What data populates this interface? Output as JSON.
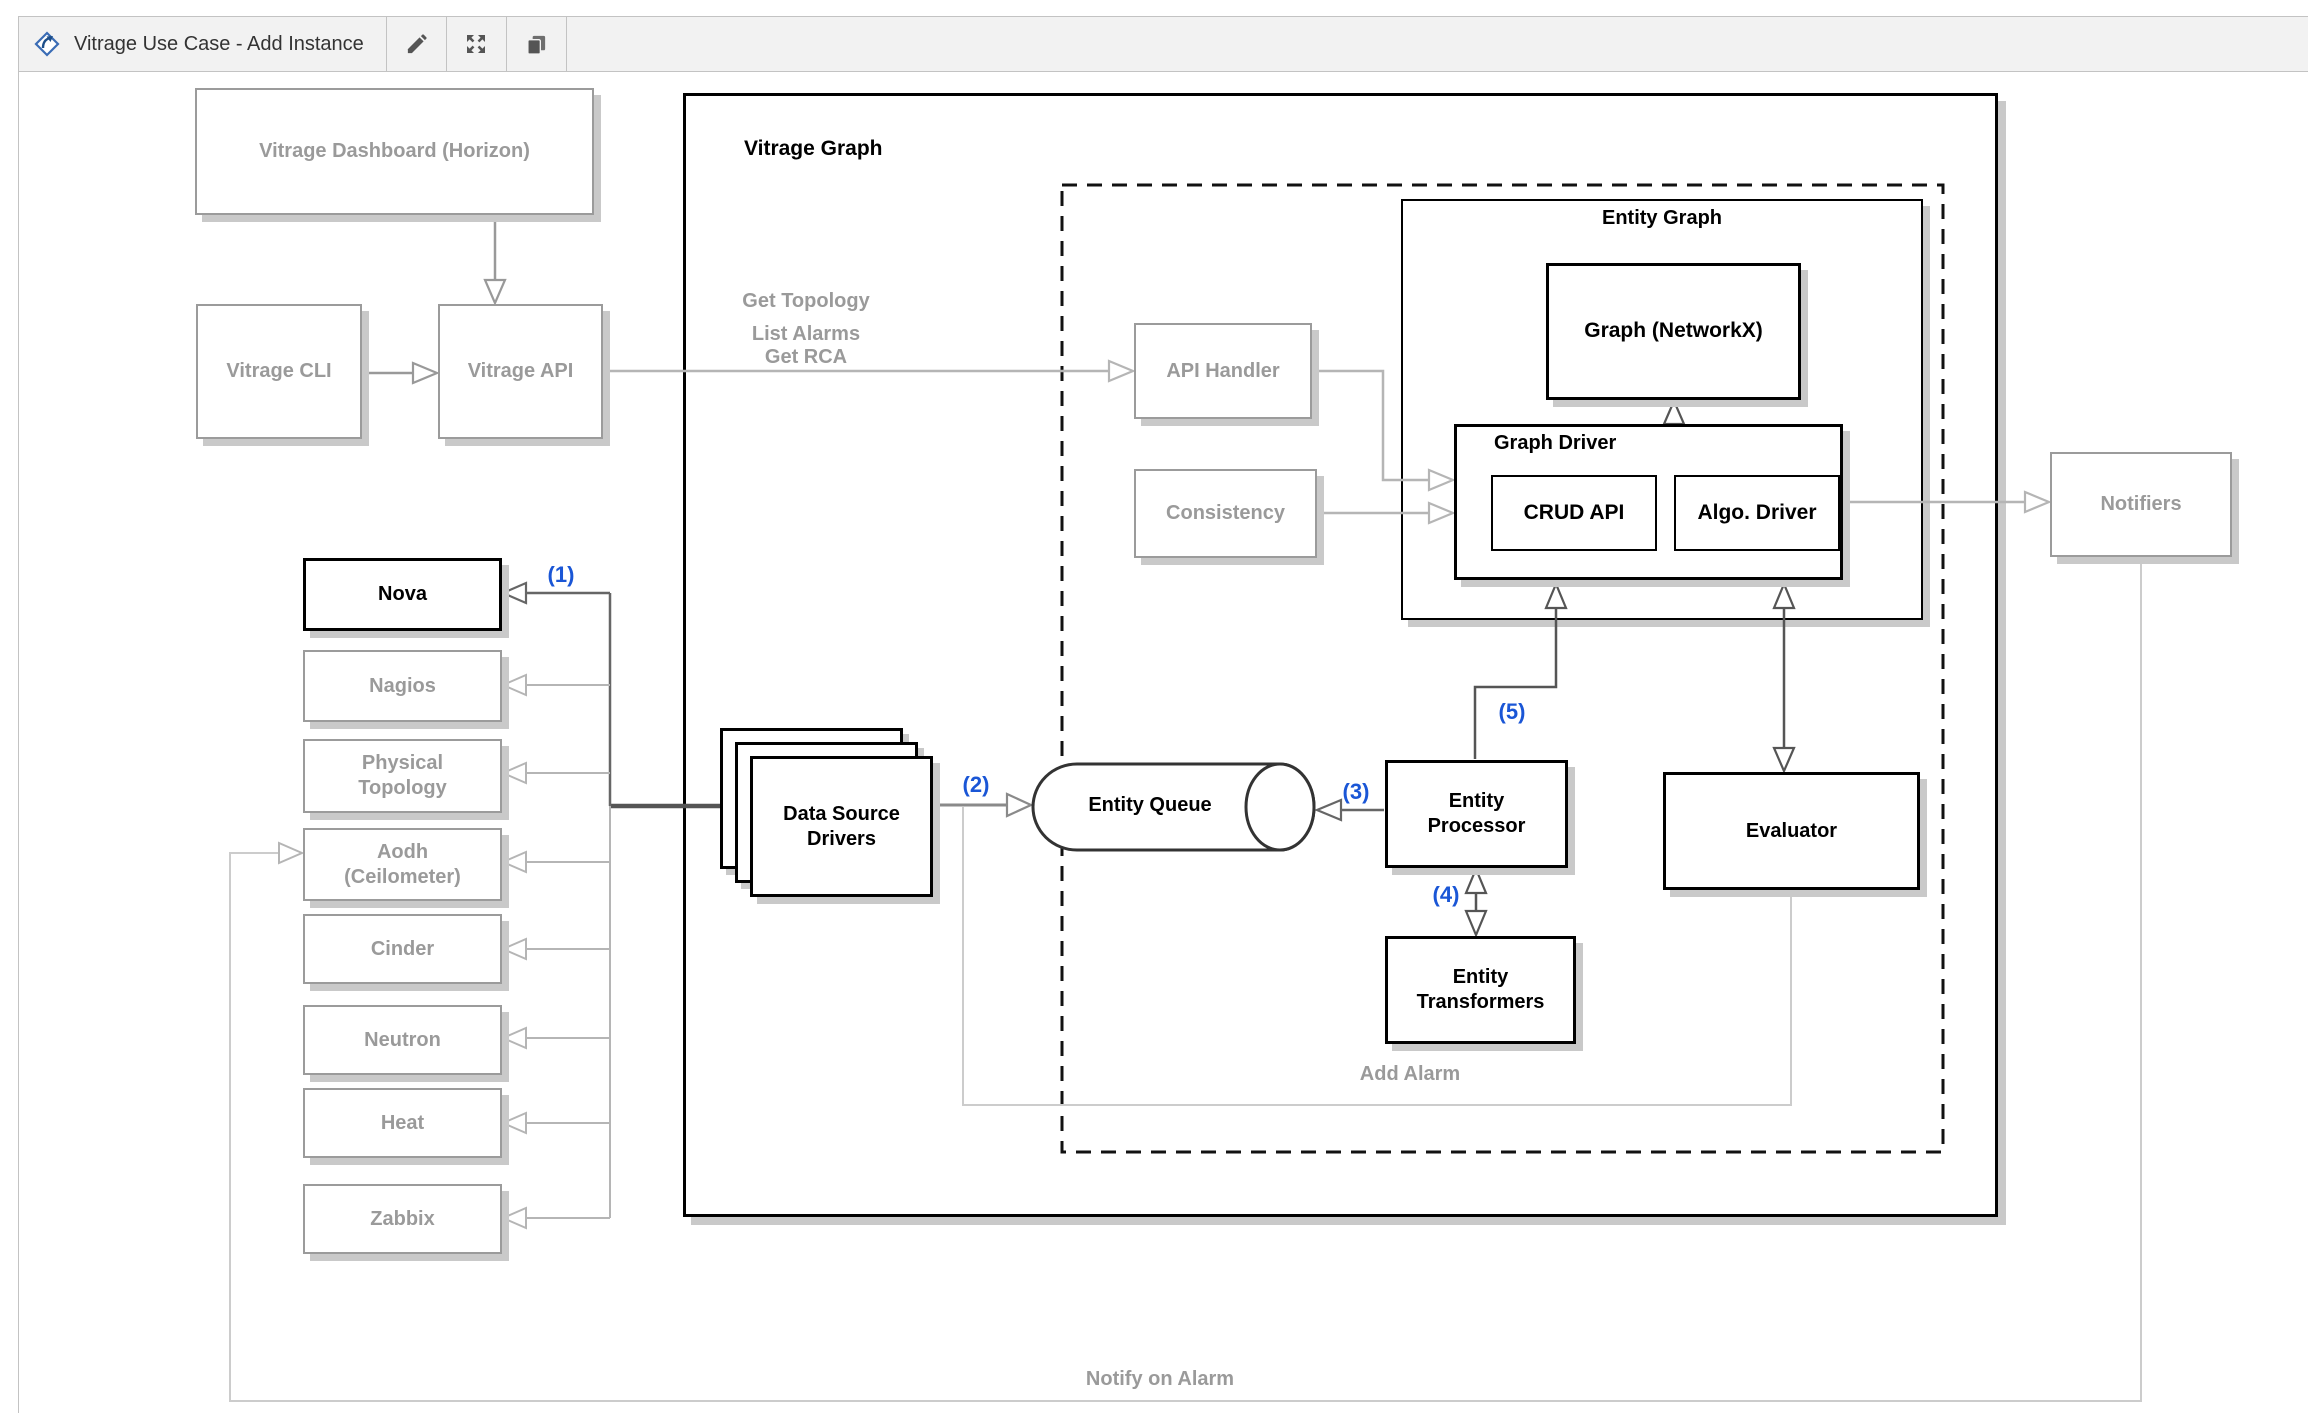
{
  "toolbar": {
    "title": "Vitrage Use Case - Add Instance",
    "buttons": {
      "edit": "edit",
      "fullscreen": "fullscreen",
      "copy": "copy"
    }
  },
  "containers": {
    "vitrage_graph": "Vitrage Graph",
    "entity_graph": "Entity Graph",
    "graph_driver": "Graph Driver"
  },
  "nodes": {
    "dashboard": "Vitrage Dashboard (Horizon)",
    "cli": "Vitrage CLI",
    "api": "Vitrage API",
    "api_handler": "API Handler",
    "consistency": "Consistency",
    "graph_networkx": "Graph (NetworkX)",
    "crud_api": "CRUD API",
    "algo_driver": "Algo. Driver",
    "notifiers": "Notifiers",
    "nova": "Nova",
    "nagios": "Nagios",
    "physical_topology": "Physical Topology",
    "aodh": "Aodh (Ceilometer)",
    "cinder": "Cinder",
    "neutron": "Neutron",
    "heat": "Heat",
    "zabbix": "Zabbix",
    "data_source_drivers": "Data Source Drivers",
    "entity_queue": "Entity Queue",
    "entity_processor": "Entity Processor",
    "entity_transformers": "Entity Transformers",
    "evaluator": "Evaluator"
  },
  "edge_labels": {
    "get_topology": "Get Topology",
    "list_alarms": "List Alarms",
    "get_rca": "Get RCA",
    "add_alarm": "Add Alarm",
    "notify_on_alarm": "Notify on Alarm"
  },
  "steps": {
    "s1": "(1)",
    "s2": "(2)",
    "s3": "(3)",
    "s4": "(4)",
    "s5": "(5)"
  },
  "colors": {
    "step_label": "#1a56d6",
    "muted_text": "#9a9a9a",
    "line_light": "#b5b5b5",
    "line_dark": "#666666",
    "toolbar_bg": "#f2f2f2",
    "logo_blue": "#3a6cb5"
  }
}
